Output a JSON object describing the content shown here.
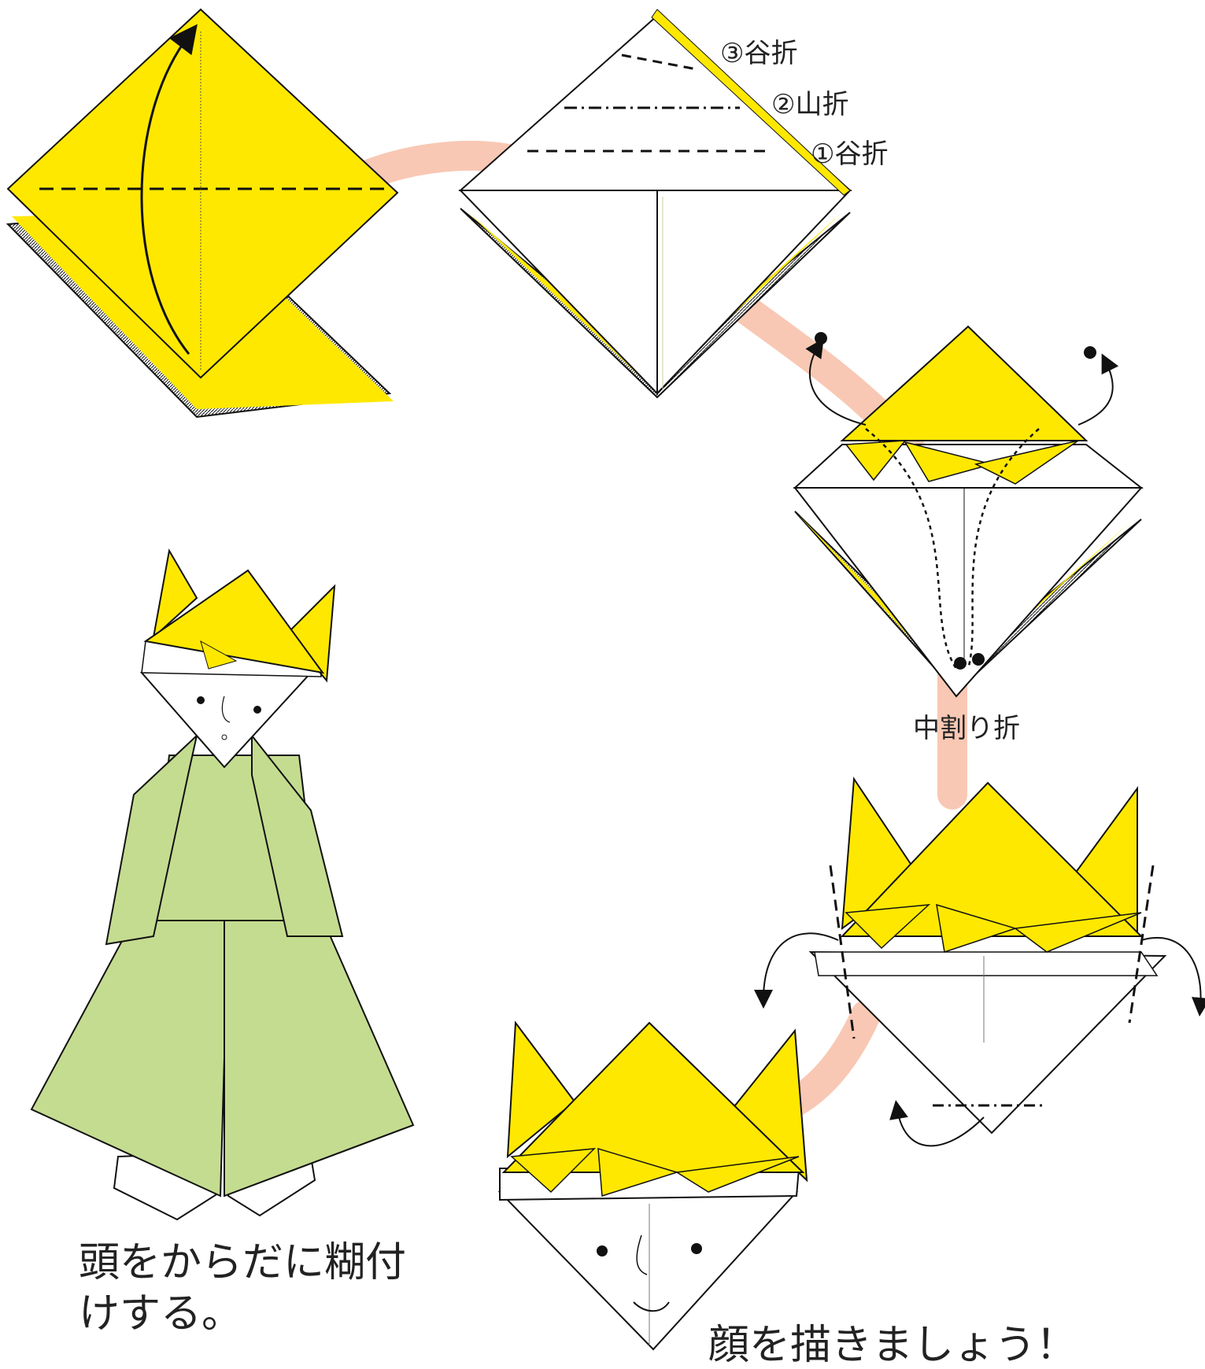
{
  "colors": {
    "paper_yellow": "#ffe800",
    "path_band": "#f8c8b4",
    "clothing_green": "#c4dc90",
    "line": "#111111",
    "paper_white": "#ffffff"
  },
  "steps": [
    {
      "id": "step-1",
      "note": ""
    },
    {
      "id": "step-2",
      "fold_labels": [
        "③谷折",
        "②山折",
        "①谷折"
      ]
    },
    {
      "id": "step-3",
      "label": "中割り折"
    },
    {
      "id": "step-4",
      "note": ""
    },
    {
      "id": "step-5",
      "caption": "顔を描きましょう！"
    },
    {
      "id": "step-6",
      "caption_line1": "頭をからだに糊付",
      "caption_line2": "けする。"
    }
  ]
}
